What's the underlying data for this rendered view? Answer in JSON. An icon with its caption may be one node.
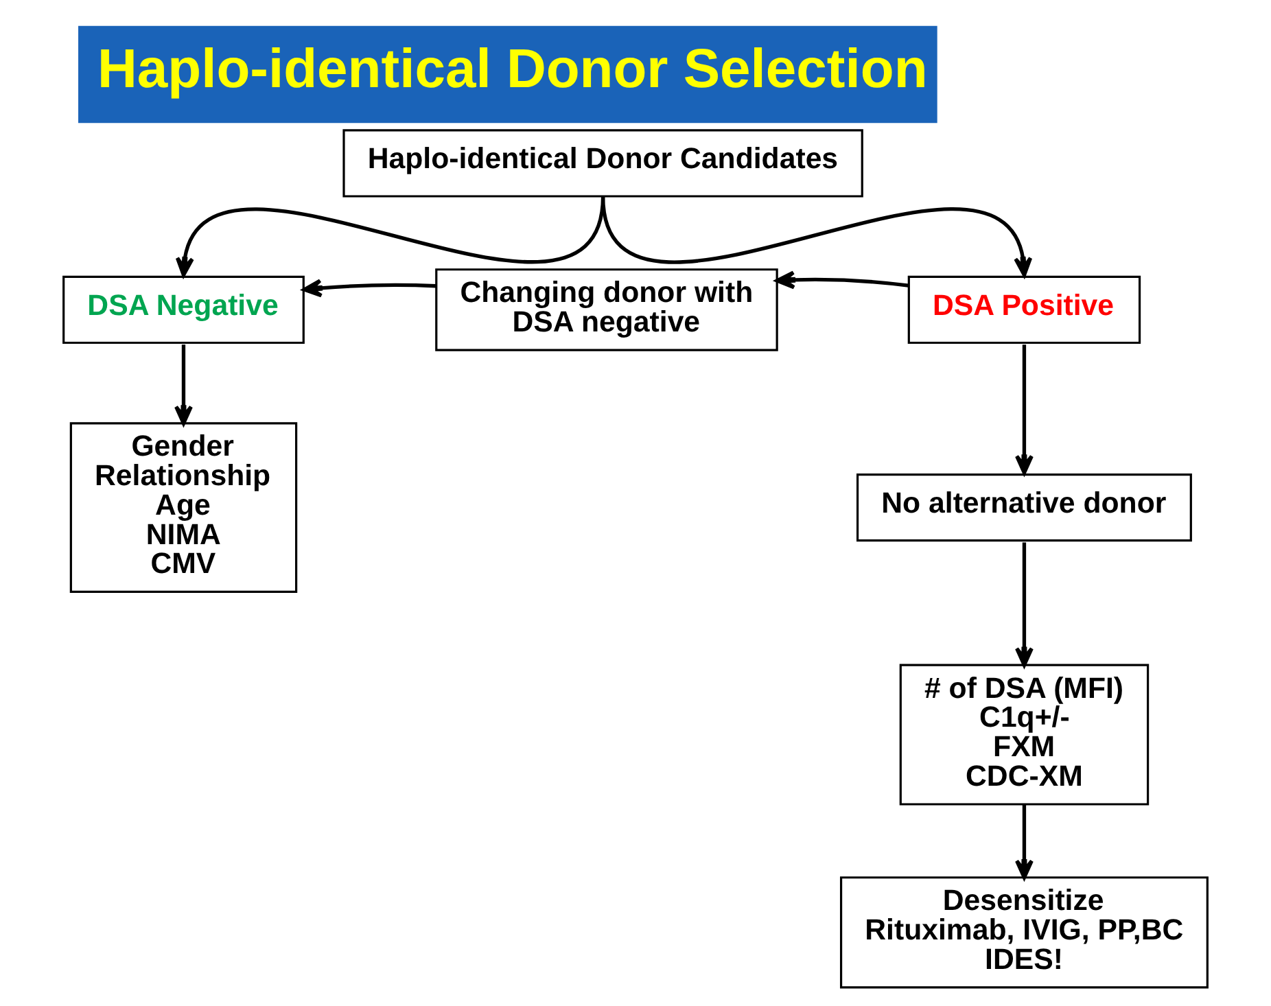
{
  "diagram": {
    "title": "Haplo-identical Donor Selection",
    "nodes": [
      {
        "text": [
          "Haplo-identical Donor Candidates"
        ]
      },
      {
        "text": [
          "DSA Negative"
        ]
      },
      {
        "text": [
          "Changing donor with DSA negative"
        ]
      },
      {
        "text": [
          "DSA Positive"
        ]
      },
      {
        "text": [
          "Gender",
          "Relationship",
          "Age",
          "NIMA",
          "CMV"
        ]
      },
      {
        "text": [
          "No alternative donor"
        ]
      },
      {
        "text": [
          "# of DSA (MFI)",
          "C1q+/-",
          "FXM",
          "CDC-XM"
        ]
      },
      {
        "text": [
          "Desensitize",
          "Rituximab, IVIG, PP,BC",
          "IDES!"
        ]
      }
    ],
    "edges": [
      {
        "from": 0,
        "to": 1,
        "arrow": "to"
      },
      {
        "from": 0,
        "to": 3,
        "arrow": "to"
      },
      {
        "from": 3,
        "to": 2,
        "arrow": "to"
      },
      {
        "from": 2,
        "to": 1,
        "arrow": "to"
      },
      {
        "from": 1,
        "to": 4,
        "arrow": "to"
      },
      {
        "from": 3,
        "to": 5,
        "arrow": "to"
      },
      {
        "from": 5,
        "to": 6,
        "arrow": "to"
      },
      {
        "from": 6,
        "to": 7,
        "arrow": "to"
      }
    ]
  }
}
